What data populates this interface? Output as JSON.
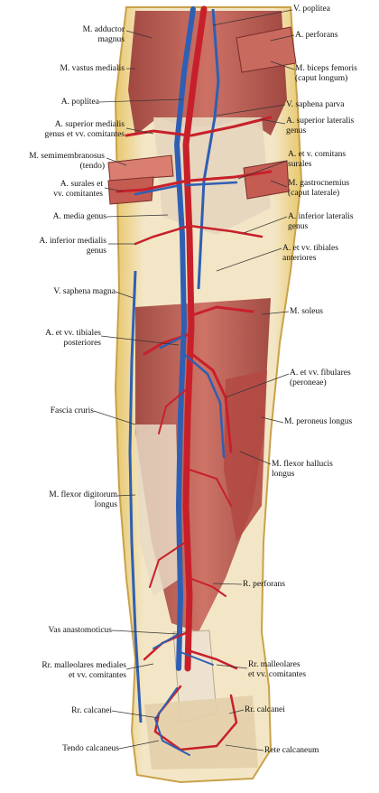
{
  "labels_left": [
    {
      "id": "adductor",
      "line1": "M. adductor",
      "line2": "magnus"
    },
    {
      "id": "vastus",
      "line1": "M. vastus medialis",
      "line2": ""
    },
    {
      "id": "poplitea-a",
      "line1": "A. poplitea",
      "line2": ""
    },
    {
      "id": "sup-med",
      "line1": "A. superior medialis",
      "line2": "genus et vv. comitantes"
    },
    {
      "id": "semimem",
      "line1": "M. semimembranosus",
      "line2": "(tendo)"
    },
    {
      "id": "surales",
      "line1": "A. surales et",
      "line2": "vv. comitantes"
    },
    {
      "id": "media",
      "line1": "A. media genus",
      "line2": ""
    },
    {
      "id": "inf-med",
      "line1": "A. inferior medialis",
      "line2": "genus"
    },
    {
      "id": "saphena-magna",
      "line1": "V. saphena magna",
      "line2": ""
    },
    {
      "id": "tib-post",
      "line1": "A. et vv. tibiales",
      "line2": "posteriores"
    },
    {
      "id": "fascia",
      "line1": "Fascia cruris",
      "line2": ""
    },
    {
      "id": "flexor-dig",
      "line1": "M.  flexor digitorum",
      "line2": "longus"
    },
    {
      "id": "vas-anast",
      "line1": "Vas anastomoticus",
      "line2": ""
    },
    {
      "id": "rr-mall-med",
      "line1": "Rr. malleolares mediales",
      "line2": "et vv. comitantes"
    },
    {
      "id": "rr-calc-l",
      "line1": "Rr. calcanei",
      "line2": ""
    },
    {
      "id": "tendo",
      "line1": "Tendo calcaneus",
      "line2": ""
    }
  ],
  "labels_right": [
    {
      "id": "v-poplitea",
      "line1": "V. poplitea",
      "line2": ""
    },
    {
      "id": "perforans-top",
      "line1": "A. perforans",
      "line2": ""
    },
    {
      "id": "biceps",
      "line1": "M. biceps femoris",
      "line2": "(caput longum)"
    },
    {
      "id": "saphena-parva",
      "line1": "V. saphena parva",
      "line2": ""
    },
    {
      "id": "sup-lat",
      "line1": "A. superior lateralis",
      "line2": "genus"
    },
    {
      "id": "comitans",
      "line1": "A. et v. comitans",
      "line2": "surales"
    },
    {
      "id": "gastro",
      "line1": "M. gastrocnemius",
      "line2": "(caput laterale)"
    },
    {
      "id": "inf-lat",
      "line1": "A. inferior lateralis",
      "line2": "genus"
    },
    {
      "id": "tib-ant",
      "line1": "A. et vv. tibiales",
      "line2": "anteriores"
    },
    {
      "id": "soleus",
      "line1": "M. soleus",
      "line2": ""
    },
    {
      "id": "fibulares",
      "line1": "A. et vv. fibulares",
      "line2": "(peroneae)"
    },
    {
      "id": "peroneus",
      "line1": "M. peroneus longus",
      "line2": ""
    },
    {
      "id": "flexor-hal",
      "line1": "M. flexor hallucis",
      "line2": "longus"
    },
    {
      "id": "r-perforans",
      "line1": "R. perforans",
      "line2": ""
    },
    {
      "id": "rr-mall-lat",
      "line1": "Rr. malleolares",
      "line2": "et vv.  comitantes"
    },
    {
      "id": "rr-calc-r",
      "line1": "Rr. calcanei",
      "line2": ""
    },
    {
      "id": "rete",
      "line1": "Rete calcaneum",
      "line2": ""
    }
  ],
  "colors": {
    "artery": "#c8202a",
    "vein": "#2f5fb3",
    "muscle": "#b5524a",
    "tendon": "#e8dcc6",
    "fat": "#e6cf8a",
    "skin": "#f1e3c3"
  }
}
